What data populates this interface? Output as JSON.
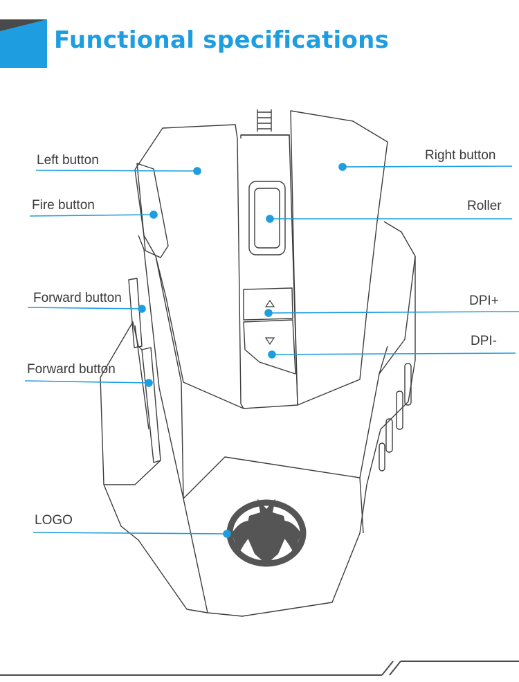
{
  "header": {
    "title": "Functional specifications"
  },
  "labels": {
    "left_button": "Left button",
    "fire_button": "Fire button",
    "forward_button_1": "Forward button",
    "forward_button_2": "Forward button",
    "logo": "LOGO",
    "right_button": "Right button",
    "roller": "Roller",
    "dpi_plus": "DPI+",
    "dpi_minus": "DPI-"
  },
  "colors": {
    "accent": "#1e9ee0",
    "dark_stripe": "#4a4a4a",
    "outline": "#3c3c3c"
  }
}
